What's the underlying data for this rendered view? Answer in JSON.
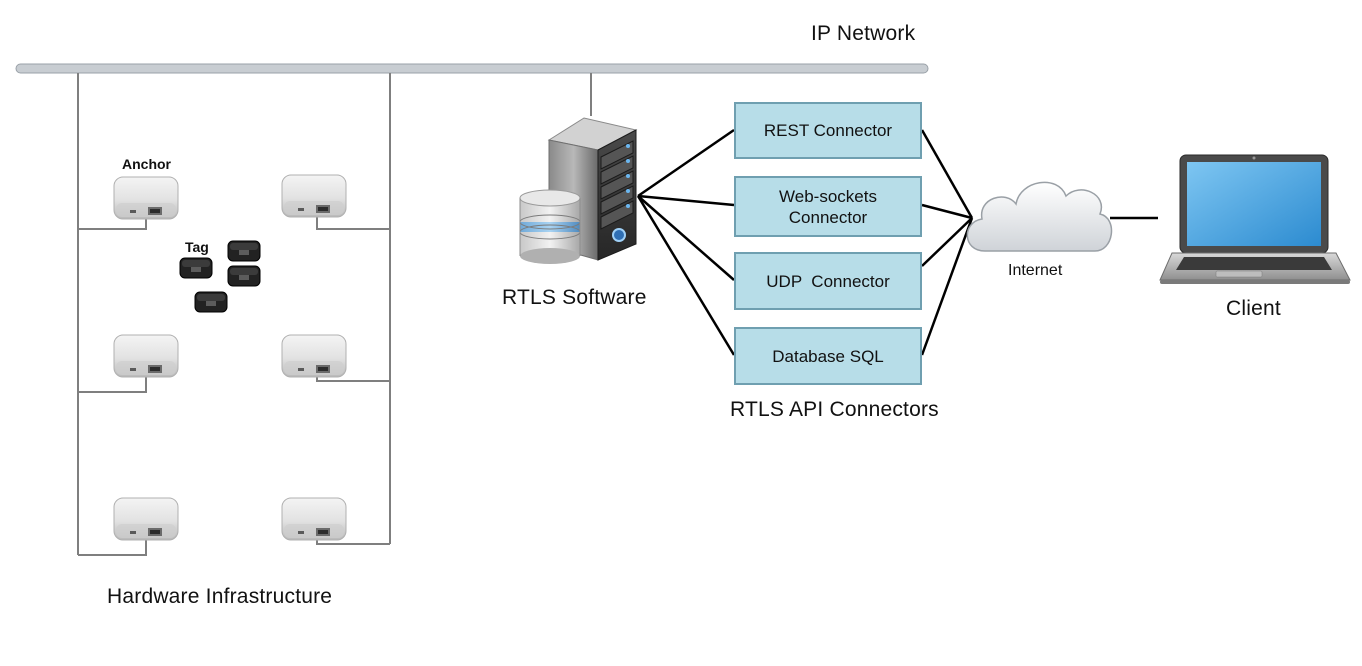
{
  "network": {
    "label": "IP Network"
  },
  "hardware": {
    "title": "Hardware Infrastructure",
    "anchor_label": "Anchor",
    "tag_label": "Tag"
  },
  "server": {
    "label": "RTLS Software"
  },
  "api": {
    "title": "RTLS API Connectors",
    "connectors": [
      {
        "lines": [
          "REST Connector"
        ]
      },
      {
        "lines": [
          "Web-sockets",
          "Connector"
        ]
      },
      {
        "lines": [
          "UDP  Connector"
        ]
      },
      {
        "lines": [
          "Database SQL"
        ]
      }
    ]
  },
  "internet": {
    "label": "Internet"
  },
  "client": {
    "label": "Client"
  },
  "colors": {
    "connector_fill": "#b7dde8",
    "connector_border": "#6f9fb0",
    "network_bar": "#c8cdd2",
    "line": "#000000"
  }
}
